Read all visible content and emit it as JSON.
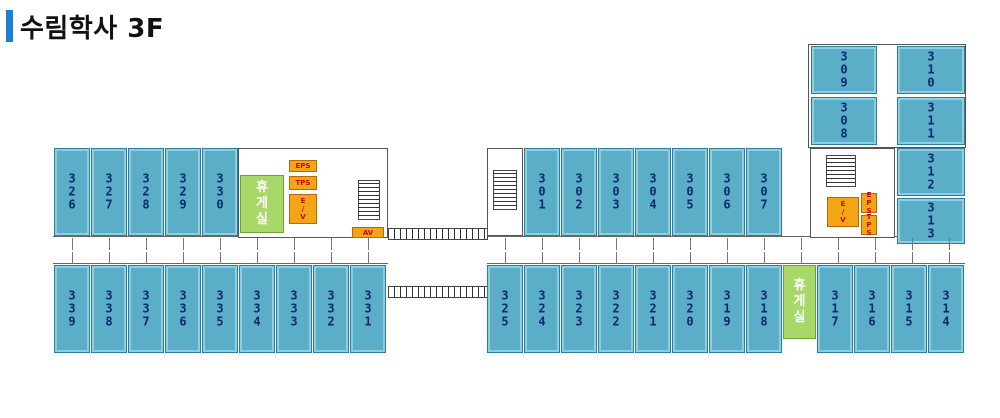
{
  "title": "수림학사 3F",
  "colors": {
    "room": "#5aaec8",
    "lounge": "#a8d86a",
    "utility": "#f2a615",
    "title_bar": "#1e7fd6"
  },
  "rooms": [
    {
      "id": "326",
      "label": "3\n2\n6"
    },
    {
      "id": "327",
      "label": "3\n2\n7"
    },
    {
      "id": "328",
      "label": "3\n2\n8"
    },
    {
      "id": "329",
      "label": "3\n2\n9"
    },
    {
      "id": "330",
      "label": "3\n3\n0"
    },
    {
      "id": "339",
      "label": "3\n3\n9"
    },
    {
      "id": "338",
      "label": "3\n3\n8"
    },
    {
      "id": "337",
      "label": "3\n3\n7"
    },
    {
      "id": "336",
      "label": "3\n3\n6"
    },
    {
      "id": "335",
      "label": "3\n3\n5"
    },
    {
      "id": "334",
      "label": "3\n3\n4"
    },
    {
      "id": "333",
      "label": "3\n3\n3"
    },
    {
      "id": "332",
      "label": "3\n3\n2"
    },
    {
      "id": "331",
      "label": "3\n3\n1"
    },
    {
      "id": "301",
      "label": "3\n0\n1"
    },
    {
      "id": "302",
      "label": "3\n0\n2"
    },
    {
      "id": "303",
      "label": "3\n0\n3"
    },
    {
      "id": "304",
      "label": "3\n0\n4"
    },
    {
      "id": "305",
      "label": "3\n0\n5"
    },
    {
      "id": "306",
      "label": "3\n0\n6"
    },
    {
      "id": "307",
      "label": "3\n0\n7"
    },
    {
      "id": "325",
      "label": "3\n2\n5"
    },
    {
      "id": "324",
      "label": "3\n2\n4"
    },
    {
      "id": "323",
      "label": "3\n2\n3"
    },
    {
      "id": "322",
      "label": "3\n2\n2"
    },
    {
      "id": "321",
      "label": "3\n2\n1"
    },
    {
      "id": "320",
      "label": "3\n2\n0"
    },
    {
      "id": "319",
      "label": "3\n1\n9"
    },
    {
      "id": "318",
      "label": "3\n1\n8"
    },
    {
      "id": "317",
      "label": "3\n1\n7"
    },
    {
      "id": "316",
      "label": "3\n1\n6"
    },
    {
      "id": "315",
      "label": "3\n1\n5"
    },
    {
      "id": "314",
      "label": "3\n1\n4"
    },
    {
      "id": "309",
      "label": "3\n0\n9"
    },
    {
      "id": "308",
      "label": "3\n0\n8"
    },
    {
      "id": "310",
      "label": "3\n1\n0"
    },
    {
      "id": "311",
      "label": "3\n1\n1"
    },
    {
      "id": "312",
      "label": "3\n1\n2"
    },
    {
      "id": "313",
      "label": "3\n1\n3"
    }
  ],
  "lounges": [
    {
      "id": "lounge-west",
      "label": "휴\n게\n실"
    },
    {
      "id": "lounge-east",
      "label": "휴\n게\n실"
    }
  ],
  "utilities": [
    {
      "id": "eps-west",
      "label": "EPS"
    },
    {
      "id": "tps-west",
      "label": "TPS"
    },
    {
      "id": "ev-west",
      "label": "E\n/\nV"
    },
    {
      "id": "av-west",
      "label": "AV"
    },
    {
      "id": "ev-east",
      "label": "E\n/\nV"
    },
    {
      "id": "eps-east",
      "label": "E\nP\nS"
    },
    {
      "id": "tps-east",
      "label": "T\nP\nS"
    }
  ]
}
